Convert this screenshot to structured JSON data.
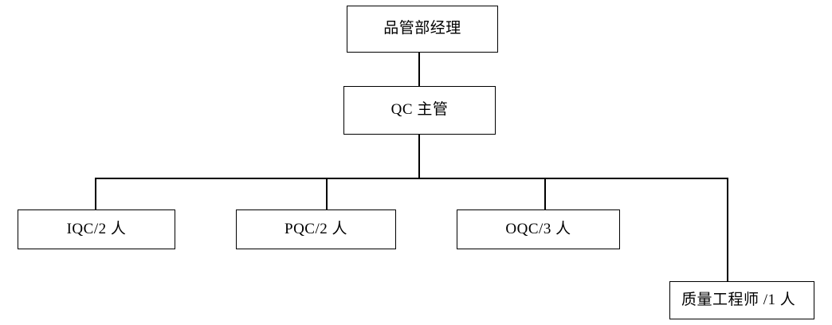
{
  "diagram": {
    "type": "organization-chart",
    "title": "",
    "background_color": "#ffffff",
    "line_color": "#000000",
    "text_color": "#000000",
    "nodes": [
      {
        "id": "manager",
        "label": "品管部经理",
        "level": 0
      },
      {
        "id": "qc_super",
        "label": "QC 主管",
        "level": 1
      },
      {
        "id": "iqc",
        "label": "IQC/2 人",
        "level": 2
      },
      {
        "id": "pqc",
        "label": "PQC/2 人",
        "level": 2
      },
      {
        "id": "oqc",
        "label": "OQC/3 人",
        "level": 2
      },
      {
        "id": "quality_eng",
        "label": "质量工程师 /1 人",
        "level": 3
      }
    ],
    "edges": [
      {
        "from": "manager",
        "to": "qc_super"
      },
      {
        "from": "qc_super",
        "to": "iqc"
      },
      {
        "from": "qc_super",
        "to": "pqc"
      },
      {
        "from": "qc_super",
        "to": "oqc"
      },
      {
        "from": "qc_super",
        "to": "quality_eng"
      }
    ]
  }
}
